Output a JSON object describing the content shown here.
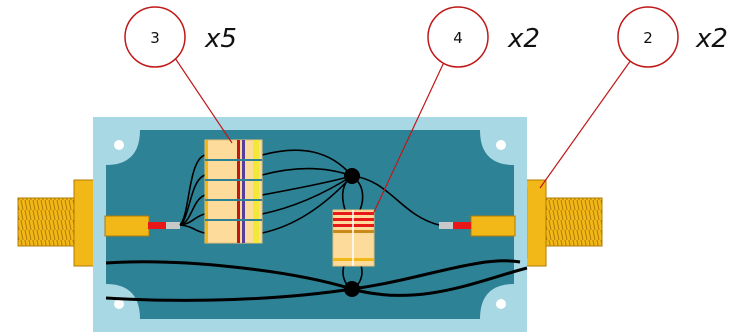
{
  "callouts": [
    {
      "number": "3",
      "quantity": "x5"
    },
    {
      "number": "4",
      "quantity": "x2"
    },
    {
      "number": "2",
      "quantity": "x2"
    }
  ],
  "colors": {
    "box_rim": "#a8d8e4",
    "box_interior": "#2e8296",
    "connector_gold": "#f2b817",
    "terminal_block": "#fddc9b",
    "callout_circle": "#c01818",
    "leader_line": "#c01818",
    "wire": "#000000",
    "wire_tip_red": "#e81818"
  }
}
